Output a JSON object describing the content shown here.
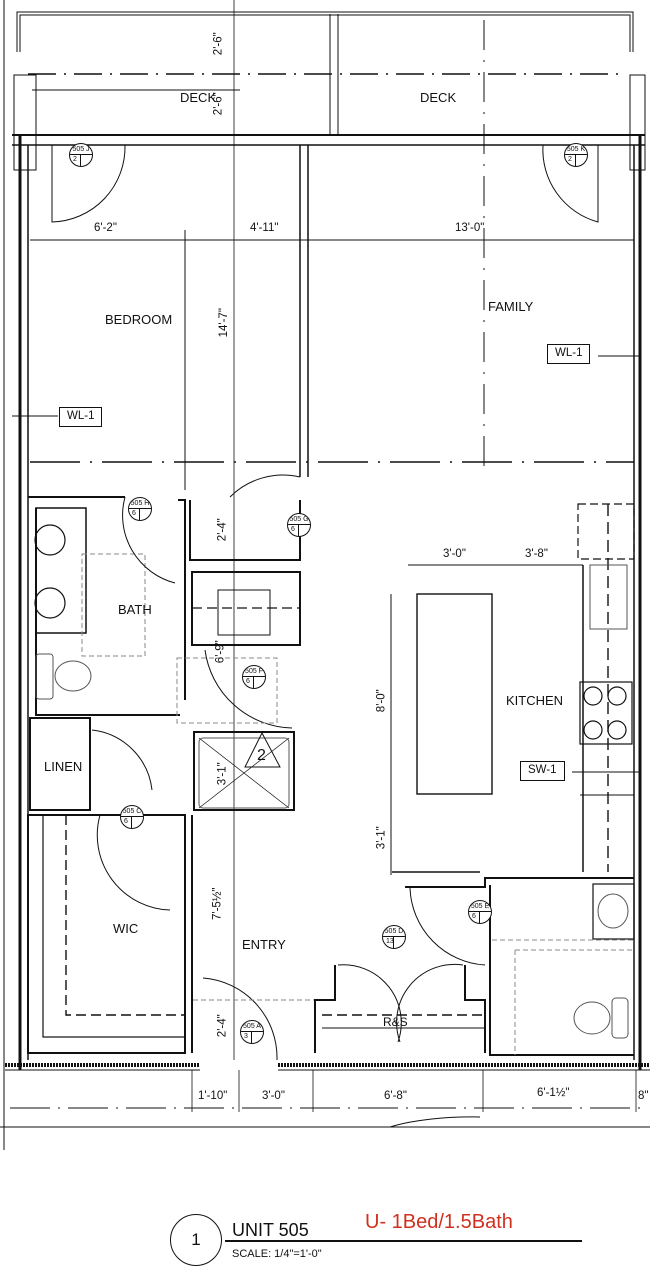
{
  "drawing": {
    "number": "1",
    "title": "UNIT 505",
    "scale": "SCALE: 1/4\"=1'-0\"",
    "unit_type": "U- 1Bed/1.5Bath",
    "unit_type_color": "#d0301e"
  },
  "rooms": {
    "deck_left": "DECK",
    "deck_right": "DECK",
    "bedroom": "BEDROOM",
    "family": "FAMILY",
    "bath": "BATH",
    "linen": "LINEN",
    "kitchen": "KITCHEN",
    "wic": "WIC",
    "entry": "ENTRY",
    "rs": "R&S"
  },
  "tags": {
    "wl1_left": "WL-1",
    "wl1_right": "WL-1",
    "sw1": "SW-1",
    "revision": "2"
  },
  "doors": [
    {
      "id": "505 J",
      "type": "2"
    },
    {
      "id": "505 K",
      "type": "2"
    },
    {
      "id": "505 H",
      "type": "6"
    },
    {
      "id": "505 G",
      "type": "6"
    },
    {
      "id": "505 F",
      "type": "6"
    },
    {
      "id": "505 C",
      "type": "6"
    },
    {
      "id": "505 E",
      "type": "6"
    },
    {
      "id": "505 D",
      "type": "13"
    },
    {
      "id": "505 A",
      "type": "3"
    }
  ],
  "dimensions": {
    "deck_depth_1": "2'-6\"",
    "deck_depth_2": "2'-6\"",
    "top_1": "6'-2\"",
    "top_2": "4'-11\"",
    "top_3": "13'-0\"",
    "bedroom_depth": "14'-7\"",
    "hall_2_4": "2'-4\"",
    "closet_6_9": "6'-9\"",
    "shower_3_1": "3'-1\"",
    "kitchen_3_0": "3'-0\"",
    "kitchen_3_8": "3'-8\"",
    "island_8_0": "8'-0\"",
    "island_3_1": "3'-1\"",
    "entry_7_5": "7'-5½\"",
    "entry_2_4": "2'-4\"",
    "bottom_1": "1'-10\"",
    "bottom_2": "3'-0\"",
    "bottom_3": "6'-8\"",
    "bottom_4": "6'-1½\"",
    "bottom_5": "8\""
  }
}
